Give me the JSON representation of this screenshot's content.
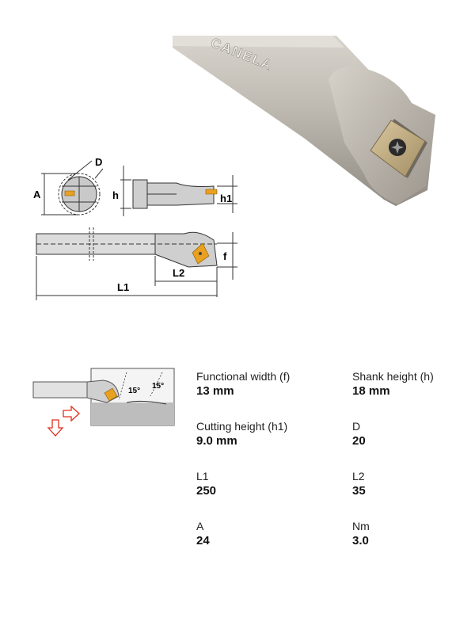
{
  "brand": {
    "engraving": "CANELA"
  },
  "drawing": {
    "labels": {
      "A": "A",
      "D": "D",
      "h": "h",
      "h1": "h1",
      "f": "f",
      "L1": "L1",
      "L2": "L2"
    }
  },
  "angle_diagram": {
    "angle_1": "15°",
    "angle_2": "15°"
  },
  "specs": [
    {
      "label": "Functional width (f)",
      "value": "13 mm"
    },
    {
      "label": "Shank height (h)",
      "value": "18 mm"
    },
    {
      "label": "Cutting height (h1)",
      "value": "9.0 mm"
    },
    {
      "label": "D",
      "value": "20"
    },
    {
      "label": "L1",
      "value": "250"
    },
    {
      "label": "L2",
      "value": "35"
    },
    {
      "label": "A",
      "value": "24"
    },
    {
      "label": "Nm",
      "value": "3.0"
    }
  ],
  "colors": {
    "insert": "#e8a020",
    "arrow": "#e0301e",
    "steel": "#b9b4ab"
  }
}
